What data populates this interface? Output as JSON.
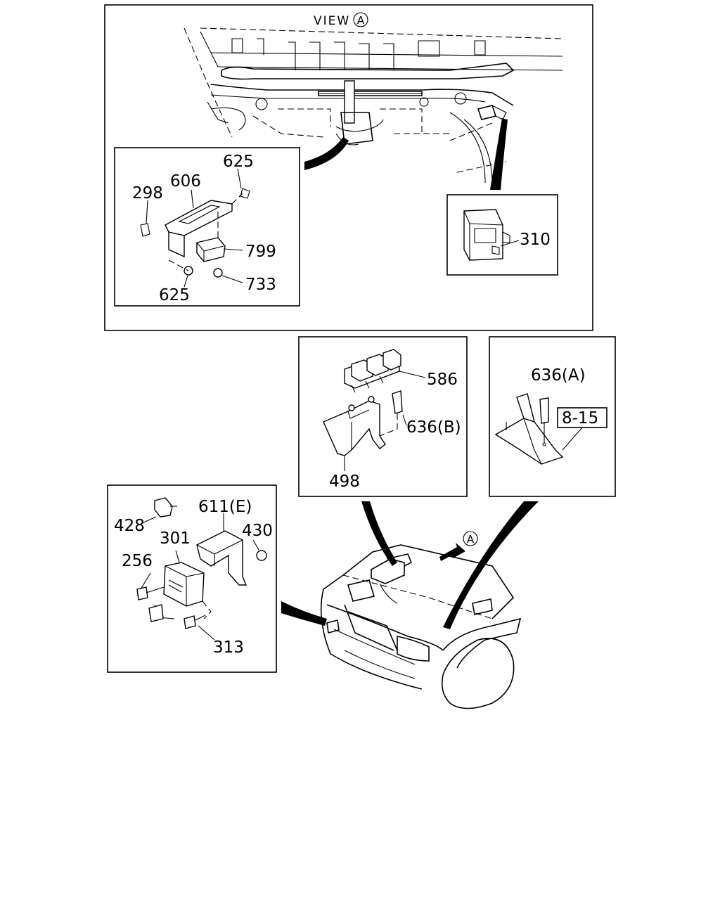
{
  "view_title": {
    "prefix": "VIEW",
    "marker": "A"
  },
  "callouts": {
    "p625_top": "625",
    "p606": "606",
    "p298": "298",
    "p799": "799",
    "p625_bottom": "625",
    "p733": "733",
    "p310": "310",
    "p586": "586",
    "p636b": "636(B)",
    "p498": "498",
    "p636a": "636(A)",
    "ref_8_15": "8-15",
    "p611e": "611(E)",
    "p428": "428",
    "p430": "430",
    "p301": "301",
    "p256": "256",
    "p313": "313"
  },
  "view_arrow_marker": "A"
}
